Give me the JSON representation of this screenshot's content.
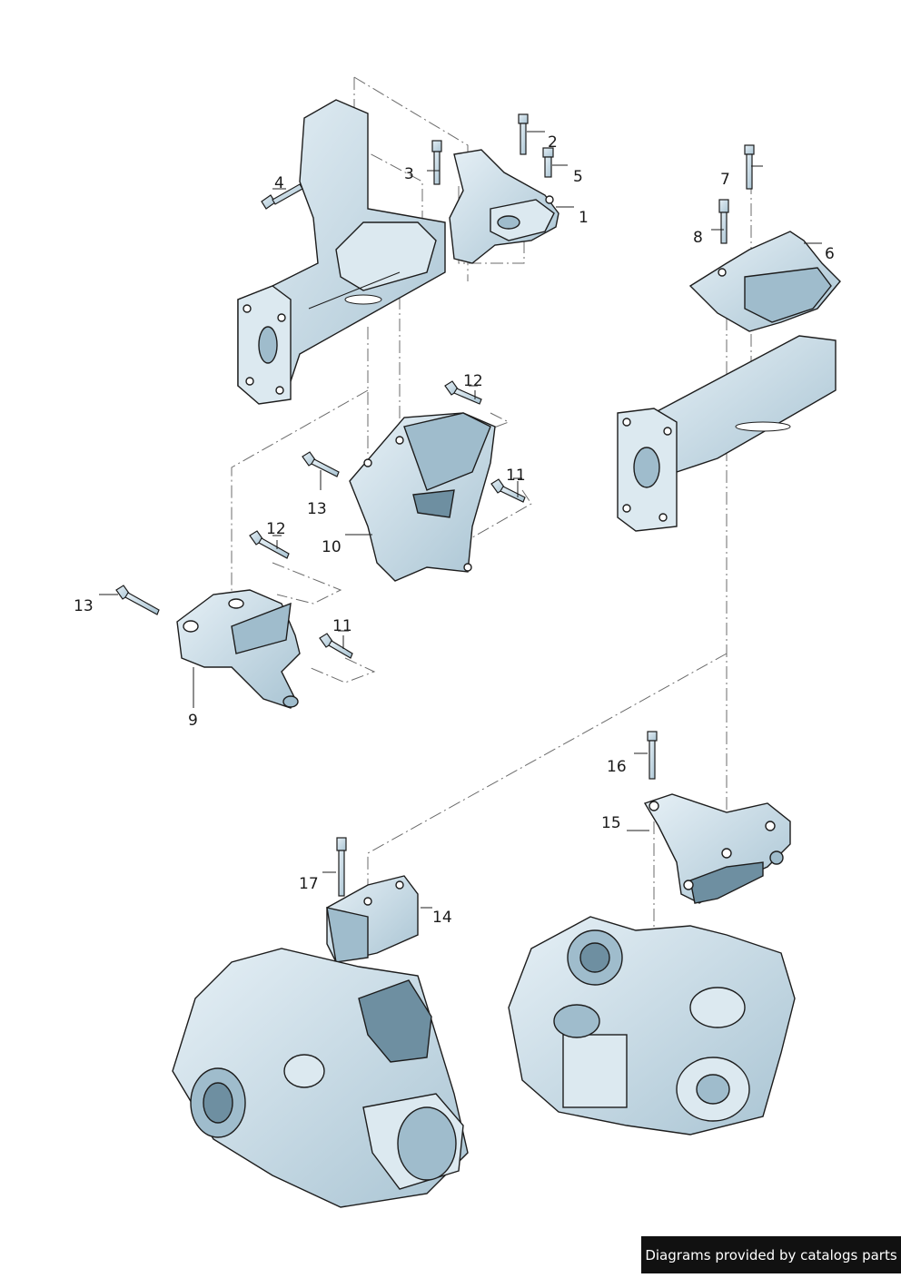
{
  "callouts": [
    {
      "id": "c1",
      "text": "1"
    },
    {
      "id": "c2",
      "text": "2"
    },
    {
      "id": "c3",
      "text": "3"
    },
    {
      "id": "c4",
      "text": "4"
    },
    {
      "id": "c5",
      "text": "5"
    },
    {
      "id": "c6",
      "text": "6"
    },
    {
      "id": "c7",
      "text": "7"
    },
    {
      "id": "c8",
      "text": "8"
    },
    {
      "id": "c9",
      "text": "9"
    },
    {
      "id": "c10",
      "text": "10"
    },
    {
      "id": "c11a",
      "text": "11"
    },
    {
      "id": "c11b",
      "text": "11"
    },
    {
      "id": "c12a",
      "text": "12"
    },
    {
      "id": "c12b",
      "text": "12"
    },
    {
      "id": "c13a",
      "text": "13"
    },
    {
      "id": "c13b",
      "text": "13"
    },
    {
      "id": "c14",
      "text": "14"
    },
    {
      "id": "c15",
      "text": "15"
    },
    {
      "id": "c16",
      "text": "16"
    },
    {
      "id": "c17",
      "text": "17"
    }
  ],
  "watermark": "Diagrams provided by catalogs parts",
  "colors": {
    "part_fill": "#cfe0ea",
    "part_shade": "#9fbccc",
    "part_dark": "#5f7f90",
    "outline": "#1d1d1d",
    "dash_line": "#6b6b6b"
  }
}
